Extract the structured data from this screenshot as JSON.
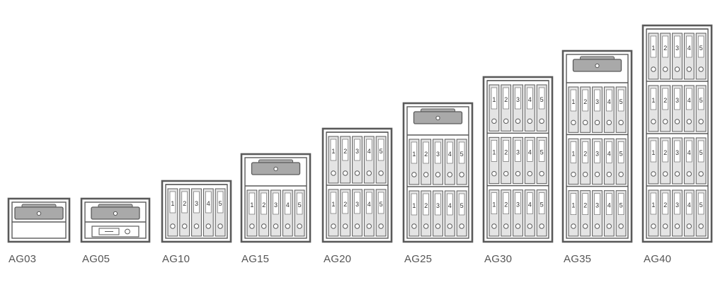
{
  "safes": [
    {
      "model": "AG03",
      "binder_rows": 0,
      "cash_box": true,
      "extra_drawer": "empty"
    },
    {
      "model": "AG05",
      "binder_rows": 0,
      "cash_box": true,
      "extra_drawer": "lock"
    },
    {
      "model": "AG10",
      "binder_rows": 1,
      "cash_box": false,
      "extra_drawer": "none"
    },
    {
      "model": "AG15",
      "binder_rows": 1,
      "cash_box": true,
      "extra_drawer": "none"
    },
    {
      "model": "AG20",
      "binder_rows": 2,
      "cash_box": false,
      "extra_drawer": "none"
    },
    {
      "model": "AG25",
      "binder_rows": 2,
      "cash_box": true,
      "extra_drawer": "none"
    },
    {
      "model": "AG30",
      "binder_rows": 3,
      "cash_box": false,
      "extra_drawer": "none"
    },
    {
      "model": "AG35",
      "binder_rows": 3,
      "cash_box": true,
      "extra_drawer": "none"
    },
    {
      "model": "AG40",
      "binder_rows": 4,
      "cash_box": false,
      "extra_drawer": "none"
    }
  ],
  "binder_numbers": [
    "1",
    "2",
    "3",
    "4",
    "5"
  ],
  "colors": {
    "outline": "#5a5a5a",
    "binder_fill": "#e4e4e4",
    "cash_box_fill": "#a9a9a9",
    "label_text": "#555555"
  }
}
